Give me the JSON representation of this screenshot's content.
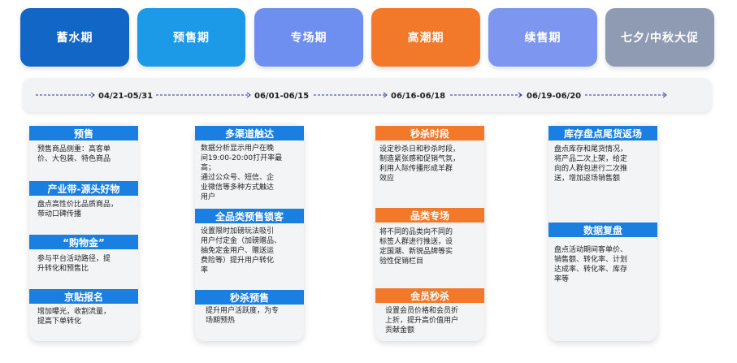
{
  "phases": [
    {
      "label": "蓄水期",
      "color": "#1266c6"
    },
    {
      "label": "预售期",
      "color": "#1c9ae8"
    },
    {
      "label": "专场期",
      "color": "#6e8ff0"
    },
    {
      "label": "高潮期",
      "color": "#f2792a"
    },
    {
      "label": "续售期",
      "color": "#7d97f0"
    },
    {
      "label": "七夕/中秋大促",
      "color": "#8f9bb3"
    }
  ],
  "timeline": {
    "dates": [
      "04/21-05/31",
      "06/01-06/15",
      "06/16-06/18",
      "06/19-06/20"
    ]
  },
  "columns": [
    {
      "sections": [
        {
          "title": "预售",
          "text": "预售商品侧重：高客单\n价、大包装、特色商品"
        },
        {
          "title": "产业带-源头好物",
          "text": "盘点高性价比品质商品，\n带动口碑传播"
        },
        {
          "title": "“购物金”",
          "text": "参与平台活动路径，提\n升转化和预售比"
        },
        {
          "title": "京贴报名",
          "text": "增加曝光，收割流量，\n提高下单转化"
        }
      ]
    },
    {
      "sections": [
        {
          "title": "多渠道触达",
          "text": "数据分析显示用户在晚\n间19:00-20:00打开率最\n高；\n通过公众号、短信、企\n业微信等多种方式触达\n用户"
        },
        {
          "title": "全品类预售锁客",
          "text": "设置限时加磅玩法吸引\n用户付定金（加磅赠品、\n抽免定金用户、赠送运\n费险等）提升用户转化\n率"
        },
        {
          "title": "秒杀预售",
          "text": "提升用户活跃度，为专\n场期预热"
        }
      ]
    },
    {
      "sections": [
        {
          "title": "秒杀时段",
          "text": "设定秒杀日和秒杀时段，\n制造紧张感和促销气氛，\n利用人际传播形成羊群\n效应"
        },
        {
          "title": "品类专场",
          "text": "将不同的品类向不同的\n标签人群进行推送，设\n定国潮、新锐品牌等实\n验性促销栏目"
        },
        {
          "title": "会员秒杀",
          "text": "设置会员价格和会员折\n上折，提升高价值用户\n贡献金额"
        }
      ]
    },
    {
      "sections": [
        {
          "title": "库存盘点尾货返场",
          "text": "盘点库存和尾货情况，\n将产品二次上架，给定\n向的人群包进行二次推\n送，增加返场销售额"
        },
        {
          "title": "数据复盘",
          "text": "盘点活动期间客单价、\n销售额、转化率、计划\n达成率、转化率、库存\n率等"
        }
      ]
    }
  ]
}
